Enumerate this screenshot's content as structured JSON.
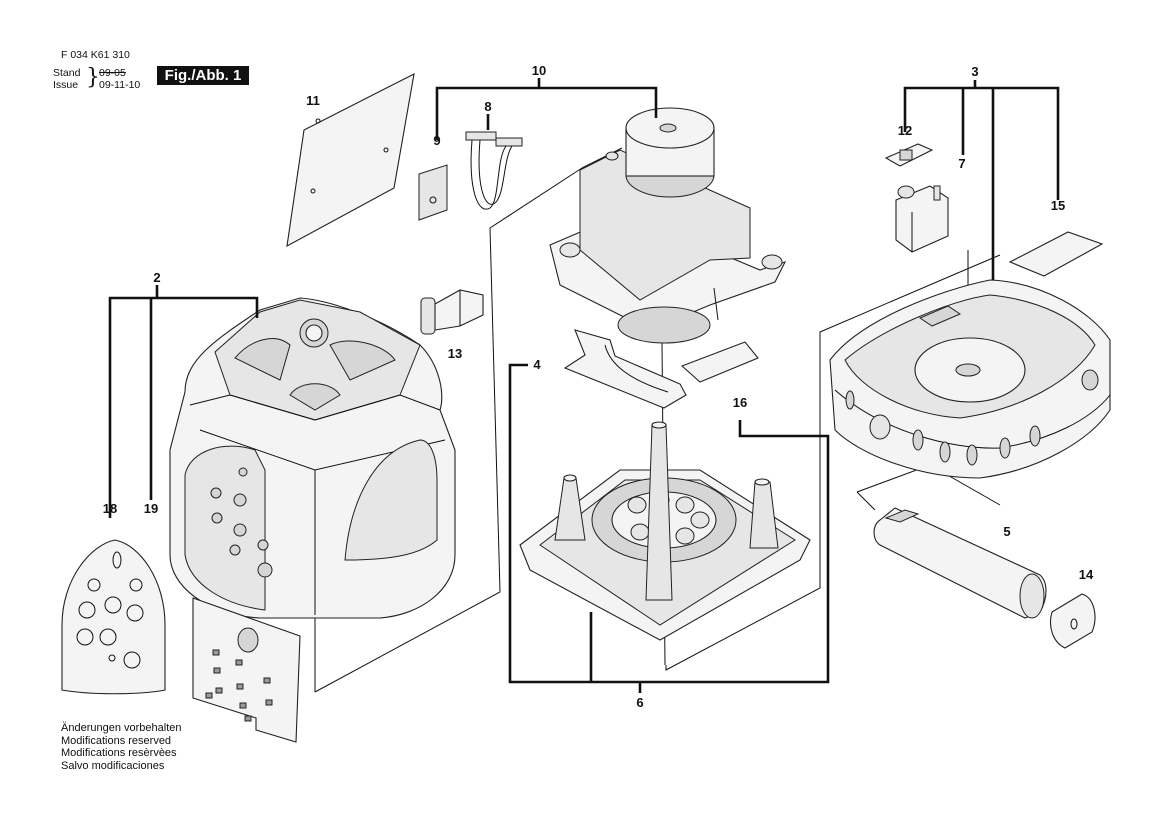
{
  "header": {
    "doc_number": "F 034 K61 310",
    "stand_label": "Stand",
    "issue_label": "Issue",
    "stand_value": "09-05",
    "issue_value": "09-11-10",
    "figure_label": "Fig./Abb. 1"
  },
  "footer": {
    "line1": "Änderungen vorbehalten",
    "line2": "Modifications reserved",
    "line3": "Modifications resèrvèes",
    "line4": "Salvo modificaciones"
  },
  "callouts": {
    "c2": "2",
    "c3": "3",
    "c4": "4",
    "c5": "5",
    "c6": "6",
    "c7": "7",
    "c8": "8",
    "c9": "9",
    "c10": "10",
    "c11": "11",
    "c12": "12",
    "c13": "13",
    "c14": "14",
    "c15": "15",
    "c16": "16",
    "c18": "18",
    "c19": "19"
  }
}
